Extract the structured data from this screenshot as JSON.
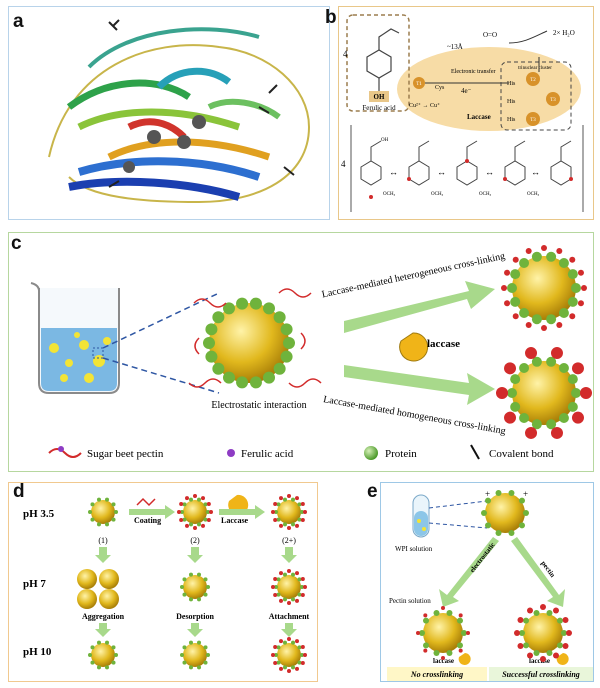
{
  "panels": {
    "a": {
      "label": "a"
    },
    "b": {
      "label": "b",
      "ferulic_acid": "Ferulic acid",
      "oh": "OH",
      "distance": "~13Å",
      "electronic_transfer": "Electronic transfer",
      "four_e": "4e⁻",
      "trinuclear": "trinuclear cluster",
      "laccase": "Laccase",
      "his": "His",
      "cys": "Cys",
      "cu_labels": [
        "T1",
        "T2",
        "T3",
        "T3"
      ],
      "cu_change": "Cu²⁺ → Cu⁺",
      "product": "2× H₂O",
      "o2": "O=O",
      "coeff": "4",
      "och3": "OCH₃",
      "oh_acid": "OH"
    },
    "c": {
      "label": "c",
      "hetero": "Laccase-mediated heterogeneous cross-linking",
      "homo": "Laccase-mediated homogeneous cross-linking",
      "laccase": "laccase",
      "electrostatic": "Electrostatic interaction",
      "legend": [
        "Sugar beet pectin",
        "Ferulic acid",
        "Protein",
        "Covalent bond"
      ]
    },
    "d": {
      "label": "d",
      "rows": [
        "pH 3.5",
        "pH 7",
        "pH 10"
      ],
      "coating": "Coating",
      "laccase": "Laccase",
      "cols": [
        "(1)",
        "(2)",
        "(2+)"
      ],
      "aggregation": "Aggregation",
      "desorption": "Desorption",
      "attachment": "Attachment"
    },
    "e": {
      "label": "e",
      "wpi": "WPI solution",
      "pectin_solution": "Pectin solution",
      "electrostatic": "electrostatic",
      "pectin": "pectin",
      "laccase_left": "laccase",
      "laccase_right": "laccase",
      "no_cross": "No crosslinking",
      "success": "Successful crosslinking"
    }
  },
  "colors": {
    "panel_a_border": "#b8d3ea",
    "panel_b_border": "#e9c789",
    "panel_c_border": "#b6d79f",
    "panel_d_border": "#f1c98f",
    "panel_e_border": "#9ec8e6",
    "droplet": "#d8b21a",
    "protein": "#6fb33c",
    "pectin": "#d22b2b",
    "ferulic": "#8e3cc4",
    "arrow_green": "#9fd47f"
  }
}
